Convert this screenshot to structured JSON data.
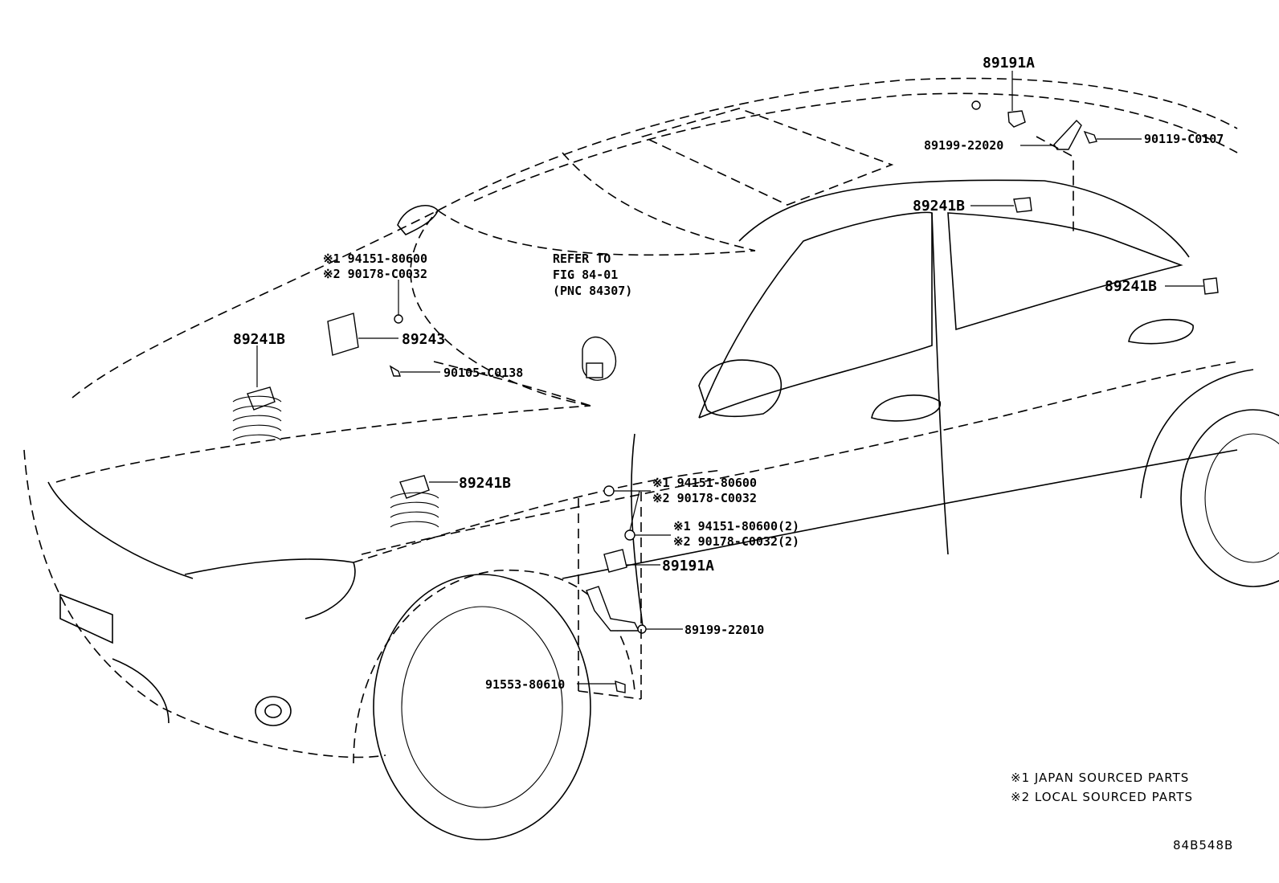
{
  "labels": {
    "top_sensor": "89191A",
    "top_bracket": "89199-22020",
    "top_bolt": "90119-C0107",
    "pillar_sensor": "89241B",
    "rear_sensor": "89241B",
    "ecu_nut_1": "※1 94151-80600",
    "ecu_nut_2": "※2 90178-C0032",
    "ecu": "89243",
    "ecu_bolt": "90105-C0138",
    "refer_1": "REFER TO",
    "refer_2": "FIG 84-01",
    "refer_3": "(PNC 84307)",
    "hood_sensor": "89241B",
    "front_sensor": "89241B",
    "front_nut_1": "※1 94151-80600",
    "front_nut_2": "※2 90178-C0032",
    "front_nut2_1": "※1 94151-80600(2)",
    "front_nut2_2": "※2 90178-C0032(2)",
    "front_height_sensor": "89191A",
    "front_bracket": "89199-22010",
    "front_bolt": "91553-80610"
  },
  "legend": {
    "note_1": "※1 JAPAN SOURCED PARTS",
    "note_2": "※2 LOCAL SOURCED PARTS"
  },
  "figure_id": "84B548B"
}
